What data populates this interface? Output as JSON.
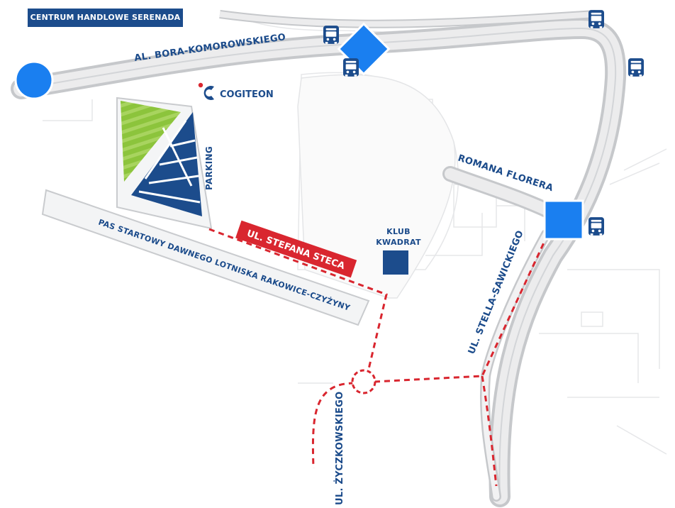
{
  "badge": {
    "text": "CENTRUM HANDLOWE SERENADA"
  },
  "streets": {
    "bora": "AL. BORA-KOMOROWSKIEGO",
    "romana": "ROMANA FLORERA",
    "stella": "UL. STELLA-SAWICKIEGO",
    "zyczkowskiego": "UL. ŻYCZKOWSKIEGO",
    "steca": "UL. STEFANA STECA",
    "pas": "PAS STARTOWY DAWNEGO LOTNISKA RAKOWICE-CZYŻYNY"
  },
  "places": {
    "parking": "PARKING",
    "klub_line1": "KLUB",
    "klub_line2": "KWADRAT",
    "cogiteon": "COGITEON"
  },
  "icons": {
    "bus": "bus-stop-icon",
    "circle": "location-circle-marker-icon",
    "diamond": "location-diamond-marker-icon",
    "square": "location-square-marker-icon"
  },
  "colors": {
    "road_border": "#c6c8cb",
    "road_fill": "#ececed",
    "marker_blue": "#1a7ff0",
    "navy": "#1c4c8c",
    "red": "#d9262f",
    "green": "#8cc43c"
  }
}
